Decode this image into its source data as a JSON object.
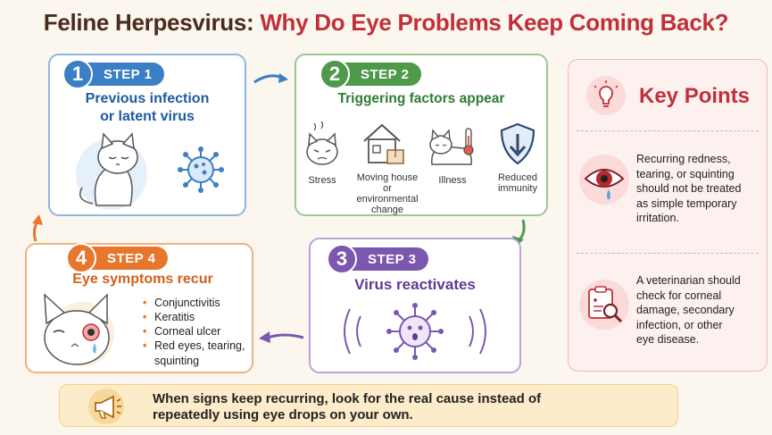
{
  "title": {
    "part1": "Feline Herpesvirus:",
    "part2": "Why Do Eye Problems Keep Coming Back?"
  },
  "steps": [
    {
      "num": "1",
      "label": "STEP 1",
      "heading_line1": "Previous infection",
      "heading_line2": "or latent virus",
      "color": "#3b7fc4"
    },
    {
      "num": "2",
      "label": "STEP 2",
      "heading": "Triggering factors appear",
      "color": "#4f9a4a",
      "factors": [
        {
          "label": "Stress",
          "icon": "stressed-cat-icon"
        },
        {
          "label_lines": [
            "Moving house or",
            "environmental",
            "change"
          ],
          "icon": "house-icon"
        },
        {
          "label": "Illness",
          "icon": "sick-cat-icon"
        },
        {
          "label_lines": [
            "Reduced",
            "immunity"
          ],
          "icon": "shield-down-icon"
        }
      ]
    },
    {
      "num": "3",
      "label": "STEP 3",
      "heading": "Virus reactivates",
      "color": "#7b57b0"
    },
    {
      "num": "4",
      "label": "STEP 4",
      "heading": "Eye symptoms recur",
      "color": "#e8772e",
      "symptoms": [
        "Conjunctivitis",
        "Keratitis",
        "Corneal ulcer",
        "Red eyes, tearing,",
        "squinting"
      ]
    }
  ],
  "key_points": {
    "title": "Key Points",
    "point1": [
      "Recurring redness,",
      "tearing, or squinting",
      "should not be treated",
      "as simple temporary",
      "irritation."
    ],
    "point2": [
      "A veterinarian should",
      "check for corneal",
      "damage, secondary",
      "infection, or other",
      "eye disease."
    ]
  },
  "bottom_note": {
    "line1": "When signs keep recurring, look for the real cause instead of",
    "line2": "repeatedly using eye drops on your own."
  },
  "colors": {
    "title_dark": "#4a2c1f",
    "title_red": "#c0303a",
    "step1": "#3b7fc4",
    "step2": "#4f9a4a",
    "step3": "#7b57b0",
    "step4": "#e8772e",
    "key_red": "#c0303a"
  }
}
